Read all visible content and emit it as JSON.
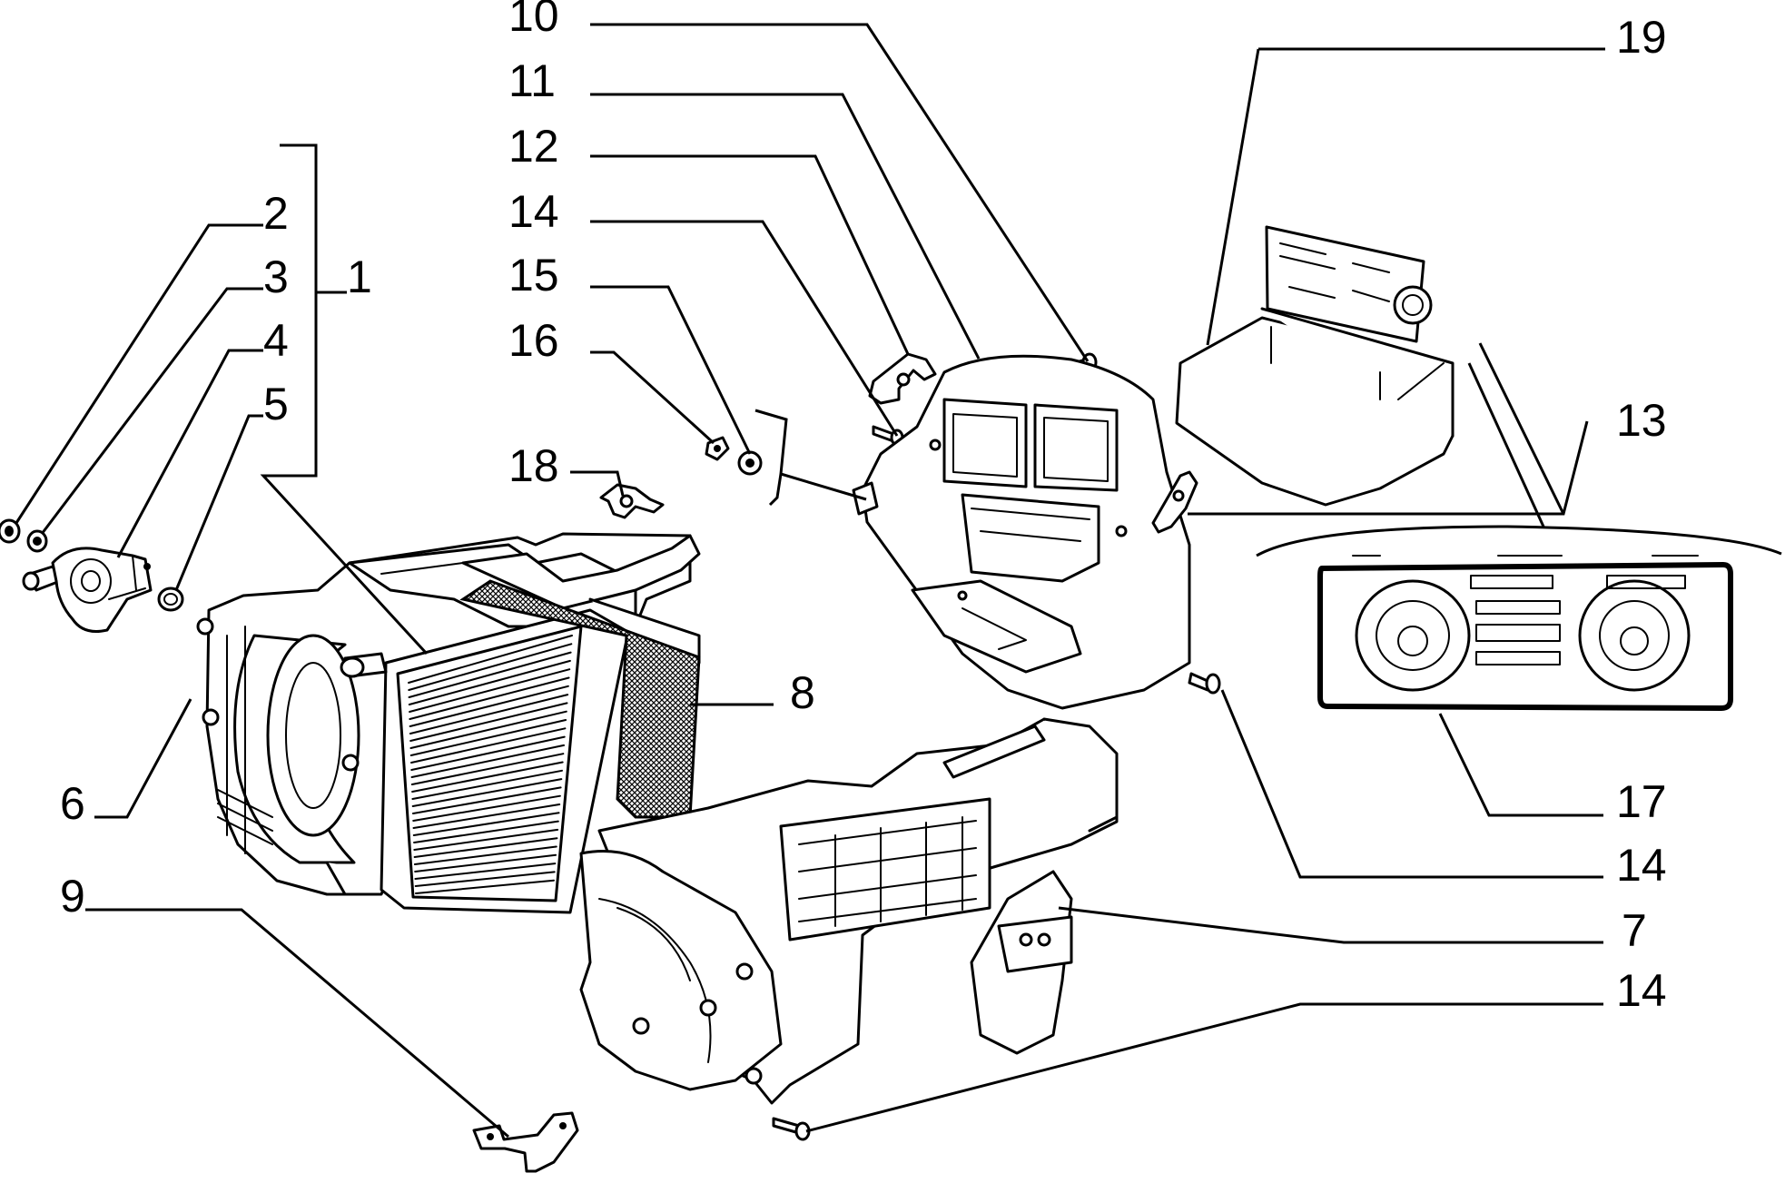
{
  "callouts": [
    {
      "id": "c1",
      "label": "1"
    },
    {
      "id": "c2",
      "label": "2"
    },
    {
      "id": "c3",
      "label": "3"
    },
    {
      "id": "c4",
      "label": "4"
    },
    {
      "id": "c5",
      "label": "5"
    },
    {
      "id": "c6",
      "label": "6"
    },
    {
      "id": "c7",
      "label": "7"
    },
    {
      "id": "c8",
      "label": "8"
    },
    {
      "id": "c9",
      "label": "9"
    },
    {
      "id": "c10",
      "label": "10"
    },
    {
      "id": "c11",
      "label": "11"
    },
    {
      "id": "c12",
      "label": "12"
    },
    {
      "id": "c13",
      "label": "13"
    },
    {
      "id": "c14a",
      "label": "14"
    },
    {
      "id": "c15",
      "label": "15"
    },
    {
      "id": "c16",
      "label": "16"
    },
    {
      "id": "c17",
      "label": "17"
    },
    {
      "id": "c18",
      "label": "18"
    },
    {
      "id": "c19",
      "label": "19"
    },
    {
      "id": "c14b",
      "label": "14"
    },
    {
      "id": "c14c",
      "label": "14"
    }
  ]
}
